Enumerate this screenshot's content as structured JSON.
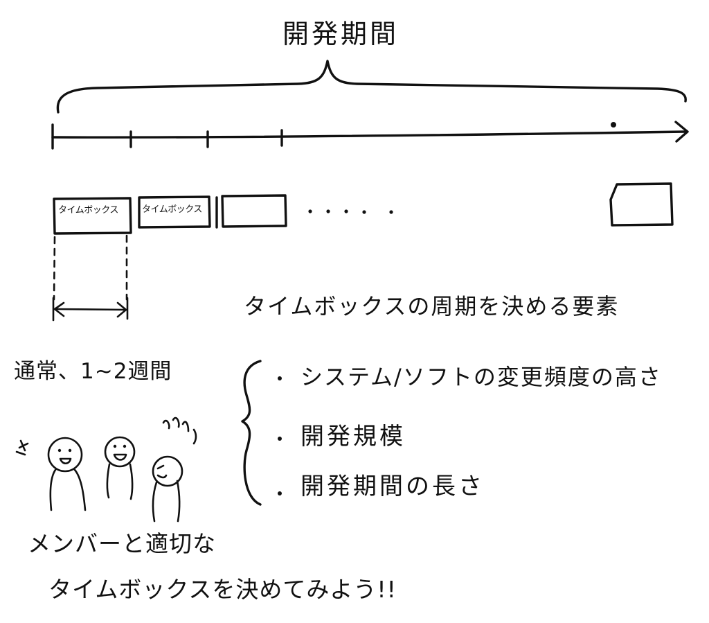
{
  "diagram": {
    "title": "開発期間",
    "timebox_labels": [
      "タイムボックス",
      "タイムボックス"
    ],
    "ellipsis": "・・・・・",
    "factors_heading": "タイムボックスの周期を決める要素",
    "usual_duration": "通常、1~2週間",
    "factors": [
      "システム/ソフトの変更頻度の高さ",
      "開発規模",
      "開発期間の長さ"
    ],
    "call_to_action": [
      "メンバーと適切な",
      "タイムボックスを決めてみよう!!"
    ]
  }
}
